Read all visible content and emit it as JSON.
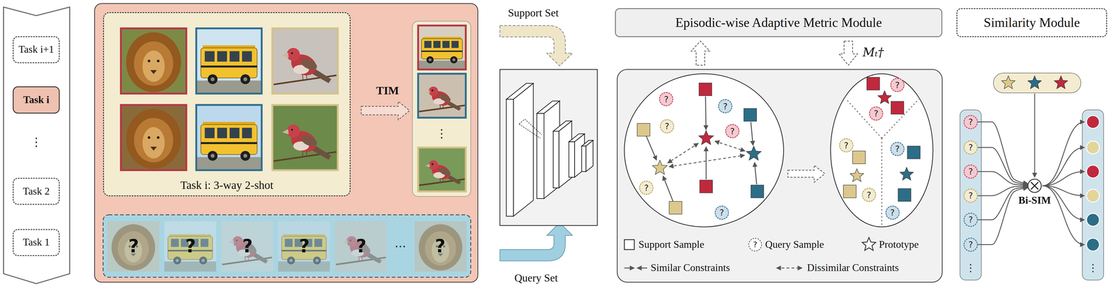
{
  "diagram": {
    "nodes": [
      {
        "text": [
          "Task i+1"
        ]
      },
      {
        "text": [
          "Task i"
        ]
      },
      {
        "text": [
          "Task 2"
        ]
      },
      {
        "text": [
          "Task 1"
        ]
      },
      {
        "text": [
          "Task i: 3-way 2-shot"
        ]
      },
      {
        "text": [
          "Episodic-wise Adaptive Metric Module"
        ]
      },
      {
        "text": [
          "Similarity Module"
        ]
      },
      {
        "text": [
          "?"
        ]
      },
      {
        "text": [
          "?"
        ]
      },
      {
        "text": [
          "?"
        ]
      },
      {
        "text": [
          "?"
        ]
      },
      {
        "text": [
          "?"
        ]
      },
      {
        "text": [
          "?"
        ]
      },
      {
        "text": [
          "?"
        ]
      },
      {
        "text": [
          "?"
        ]
      },
      {
        "text": [
          "?"
        ]
      },
      {
        "text": [
          "?"
        ]
      },
      {
        "text": [
          "?"
        ]
      },
      {
        "text": [
          "?"
        ]
      },
      {
        "text": [
          "?"
        ]
      },
      {
        "text": [
          "?"
        ]
      },
      {
        "text": [
          "?"
        ]
      },
      {
        "text": [
          "?"
        ]
      },
      {
        "text": [
          "?"
        ]
      },
      {
        "text": [
          "?"
        ]
      },
      {
        "text": [
          "Bi-SIM"
        ]
      }
    ],
    "edges": [
      {
        "from": 19,
        "to": 25,
        "arrow": "to"
      },
      {
        "from": 20,
        "to": 25,
        "arrow": "to"
      },
      {
        "from": 21,
        "to": 25,
        "arrow": "to"
      },
      {
        "from": 22,
        "to": 25,
        "arrow": "to"
      },
      {
        "from": 23,
        "to": 25,
        "arrow": "to"
      },
      {
        "from": 24,
        "to": 25,
        "arrow": "to"
      }
    ],
    "labels": [
      "⋮",
      "TIM",
      "⋮",
      "?",
      "?",
      "?",
      "?",
      "?",
      "⋯",
      "?",
      "Support Set",
      "Query Set",
      "Mₜ†",
      "?",
      "⋮",
      "⋮"
    ],
    "legend": [
      {
        "text": "Support Sample"
      },
      {
        "text": "Query Sample"
      },
      {
        "text": "Prototype"
      },
      {
        "text": "Similar Constraints"
      },
      {
        "text": "Dissimilar Constraints"
      }
    ]
  }
}
